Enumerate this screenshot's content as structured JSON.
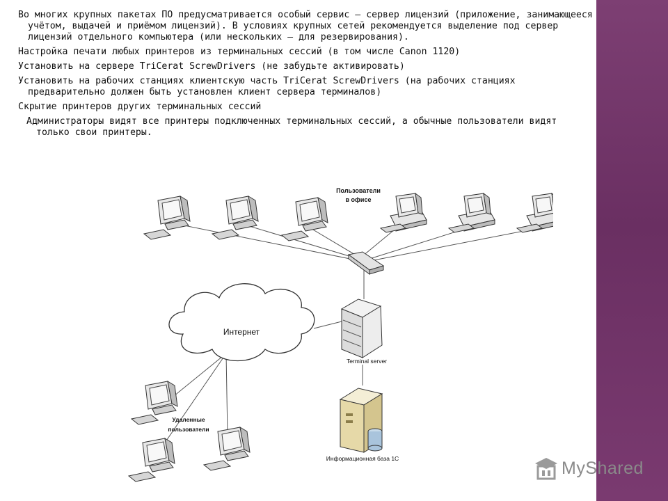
{
  "slide": {
    "paragraphs": [
      "Во многих крупных пакетах ПО предусматривается особый сервис — сервер лицензий (приложение, занимающееся учётом, выдачей и приёмом лицензий). В условиях крупных сетей рекомендуется выделение под сервер лицензий отдельного компьютера (или нескольких — для резервирования).",
      "Настройка печати любых принтеров из терминальных сессий (в том числе Canon 1120)",
      "Установить на сервере TriCerat ScrewDrivers (не забудьте активировать)",
      "Установить на рабочих станциях клиентскую часть TriCerat ScrewDrivers (на рабочих станциях предварительно должен быть установлен клиент сервера терминалов)",
      "Скрытие принтеров других терминальных сессий",
      "Администраторы видят все принтеры подключенных терминальных сессий, а обычные пользователи видят только свои принтеры."
    ]
  },
  "diagram": {
    "office_users_line1": "Пользователи",
    "office_users_line2": "в офисе",
    "internet": "Интернет",
    "terminal_server": "Terminal server",
    "remote_users_line1": "Удаленные",
    "remote_users_line2": "пользователи",
    "database": "Информационная база 1С"
  },
  "watermark": {
    "text": "MyShared"
  },
  "colors": {
    "sidebar": "#6f3367",
    "line": "#555555"
  }
}
